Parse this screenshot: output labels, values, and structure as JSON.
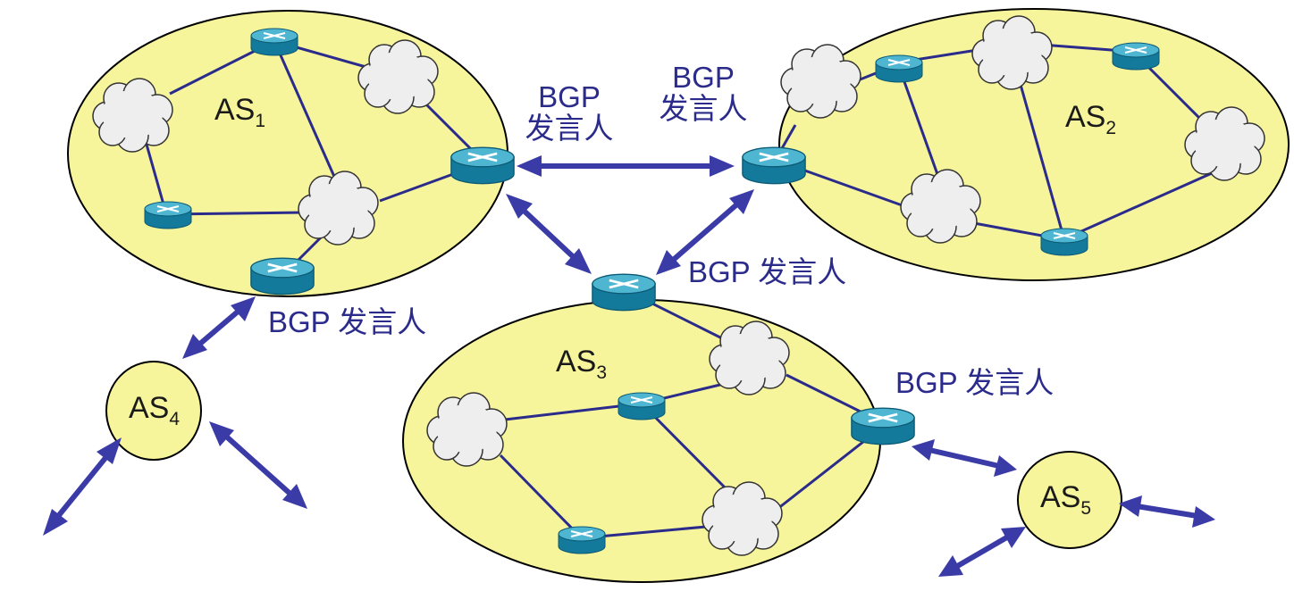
{
  "colors": {
    "as_fill": "#f7f59c",
    "link": "#2b2b8c",
    "arrow": "#3b3ba8",
    "router_top": "#4fb6d2",
    "router_side": "#147a9c",
    "cloud_fill": "#eeeeee"
  },
  "autonomous_systems": [
    {
      "name": "AS",
      "sub": "1"
    },
    {
      "name": "AS",
      "sub": "2"
    },
    {
      "name": "AS",
      "sub": "3"
    },
    {
      "name": "AS",
      "sub": "4"
    },
    {
      "name": "AS",
      "sub": "5"
    }
  ],
  "speaker_labels": {
    "as1_top": {
      "line1": "BGP",
      "line2": "发言人"
    },
    "as2_top": {
      "line1": "BGP",
      "line2": "发言人"
    },
    "as3_top": "BGP 发言人",
    "as1_bottom": "BGP 发言人",
    "as3_right": "BGP 发言人"
  },
  "icons": [
    "router-icon",
    "cloud-icon",
    "double-arrow-icon"
  ]
}
